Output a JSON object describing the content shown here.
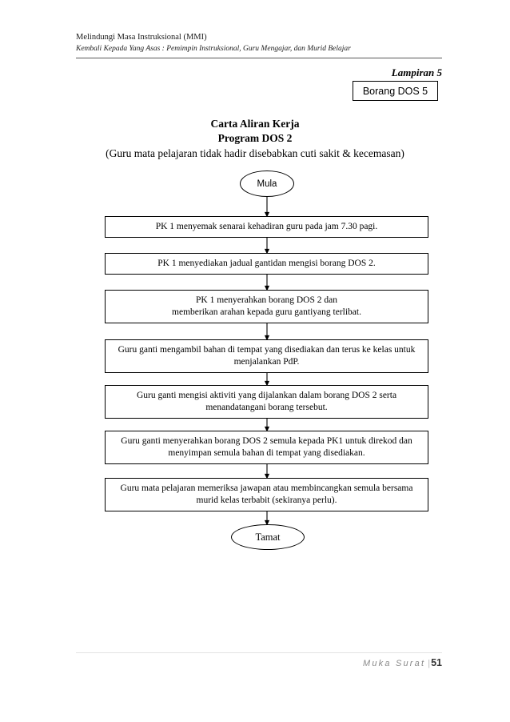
{
  "header": {
    "line1": "Melindungi Masa Instruksional (MMI)",
    "line2": "Kembali Kepada Yang Asas : Pemimpin Instruksional, Guru Mengajar, dan Murid Belajar"
  },
  "appendix": {
    "label": "Lampiran 5",
    "form_box": "Borang DOS 5"
  },
  "title": {
    "line1": "Carta Aliran Kerja",
    "line2": "Program DOS 2",
    "subtitle": "(Guru mata pelajaran tidak hadir disebabkan cuti sakit & kecemasan)"
  },
  "flowchart": {
    "start": "Mula",
    "end": "Tamat",
    "steps": [
      {
        "lines": [
          "PK 1 menyemak senarai kehadiran guru pada jam 7.30 pagi."
        ]
      },
      {
        "lines": [
          "PK 1 menyediakan jadual gantidan mengisi borang DOS 2."
        ]
      },
      {
        "lines": [
          "PK 1 menyerahkan  borang DOS 2 dan",
          "memberikan arahan kepada guru gantiyang terlibat."
        ]
      },
      {
        "lines": [
          "Guru ganti mengambil bahan di tempat yang disediakan dan terus ke kelas untuk",
          "menjalankan PdP."
        ]
      },
      {
        "lines": [
          "Guru ganti mengisi aktiviti yang dijalankan dalam borang DOS 2  serta",
          "menandatangani borang  tersebut."
        ]
      },
      {
        "lines": [
          "Guru ganti menyerahkan borang DOS 2 semula kepada PK1 untuk direkod  dan",
          "menyimpan semula bahan di tempat yang disediakan."
        ]
      },
      {
        "lines": [
          "Guru mata pelajaran memeriksa jawapan atau membincangkan semula bersama",
          "murid kelas terbabit (sekiranya perlu)."
        ]
      }
    ]
  },
  "footer": {
    "label": "Muka  Surat",
    "separator": "|",
    "page_number": "51"
  },
  "colors": {
    "text": "#000000",
    "header_rule": "#595959",
    "footer_rule": "#e3e3e3",
    "footer_text": "#8a8a8a",
    "stroke": "#000000"
  }
}
